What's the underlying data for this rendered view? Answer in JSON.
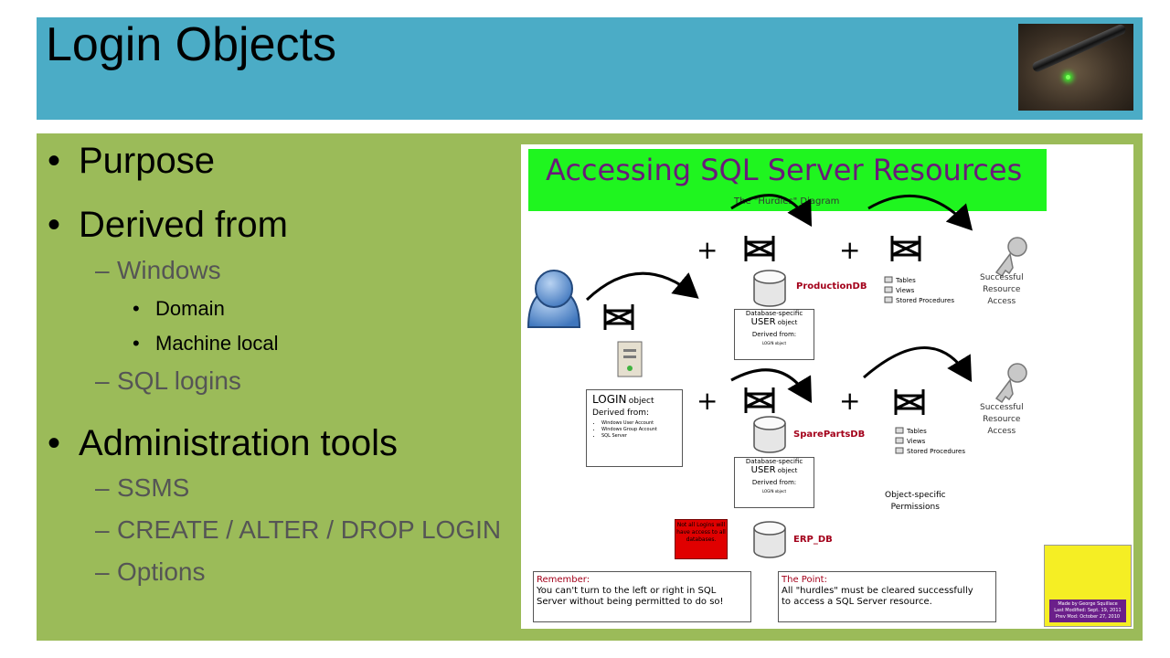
{
  "slide": {
    "title": "Login Objects",
    "bullets": {
      "purpose": "Purpose",
      "derived_from": "Derived from",
      "windows": "Windows",
      "domain": "Domain",
      "machine_local": "Machine local",
      "sql_logins": "SQL logins",
      "admin_tools": "Administration tools",
      "ssms": "SSMS",
      "create_alter_drop": "CREATE / ALTER / DROP LOGIN",
      "options": "Options"
    },
    "markers": {
      "bullet": "•",
      "dash": "–"
    }
  },
  "diagram": {
    "title": "Accessing SQL Server Resources",
    "subtitle": "The \"Hurdles\" Diagram",
    "plus": "+",
    "production_db": "ProductionDB",
    "spare_parts_db": "SparePartsDB",
    "erp_db": "ERP_DB",
    "objects": [
      "Tables",
      "Views",
      "Stored Procedures"
    ],
    "successful_access": [
      "Successful",
      "Resource",
      "Access"
    ],
    "user_object": {
      "line1": "Database-specific",
      "user": "USER",
      "object": "object",
      "derived": "Derived from:",
      "source": "LOGIN object"
    },
    "login_object": {
      "login": "LOGIN",
      "object": "object",
      "derived": "Derived from:",
      "items": [
        "Windows User Account",
        "Windows Group Account",
        "SQL Server"
      ]
    },
    "object_specific": "Object-specific",
    "permissions": "Permissions",
    "not_all_logins": "Not all Logins will have access to all databases.",
    "remember": {
      "heading": "Remember:",
      "line1": "You can't turn to the left or right in SQL",
      "line2": "Server without being permitted to do so!"
    },
    "the_point": {
      "heading": "The Point:",
      "line1": "All \"hurdles\" must be cleared successfully",
      "line2": "to access a SQL Server resource."
    },
    "badge": {
      "made_by": "Made by George Squillace",
      "last_modified": "Last Modified: Sept. 19, 2011",
      "prev_mod": "Prev Mod: October 27, 2010"
    }
  },
  "colors": {
    "title_bar": "#4bacc6",
    "content_bg": "#9bbb59",
    "diagram_header": "#1ff51f",
    "diagram_title": "#6a1a7a",
    "db_label": "#a3001a",
    "warning_box": "#e00000",
    "remember_heading": "#a3001a",
    "badge_bg": "#f5ee24",
    "badge_strip": "#6b1f8a"
  },
  "icons": [
    "laser-pointer-photo",
    "user-icon",
    "server-icon",
    "hurdle-icon",
    "database-icon",
    "key-icon",
    "lightbulb-icon"
  ]
}
